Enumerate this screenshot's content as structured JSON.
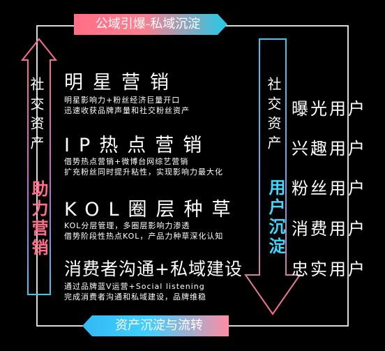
{
  "banner_top": "公域引爆-私域沉淀",
  "banner_bottom": "资产沉淀与流转",
  "left_column": {
    "top_text": "社交资产",
    "bottom_text": "助力营销"
  },
  "right_column": {
    "top_text": "社交资产",
    "bottom_text": "用户沉淀"
  },
  "items": [
    {
      "title": "明星营销",
      "desc1": "明星影响力+粉丝经济巨量开口",
      "desc2": "迅速收获品牌声量和社交粉丝资产"
    },
    {
      "title": "IP热点营销",
      "desc1": "借势热点营销+微博台网综艺营销",
      "desc2": "扩充粉丝同时提升粘性，实现影响力最大化"
    },
    {
      "title": "KOL圈层种草",
      "desc1": "KOL分层管理，多圈层影响力渗透",
      "desc2": "借势阶段性热点KOL，产品力种草深化认知"
    },
    {
      "title": "消费者沟通+私域建设",
      "desc1": "通过品牌蓝V运营+Social listening",
      "desc2": "完成消费者沟通和私域建设，品牌维稳"
    }
  ],
  "users": [
    "曝光用户",
    "兴趣用户",
    "粉丝用户",
    "消费用户",
    "忠实用户"
  ],
  "colors": {
    "pink": "#ff6e8a",
    "cyan": "#3fd8ff",
    "frame": "#d8d8d8"
  }
}
